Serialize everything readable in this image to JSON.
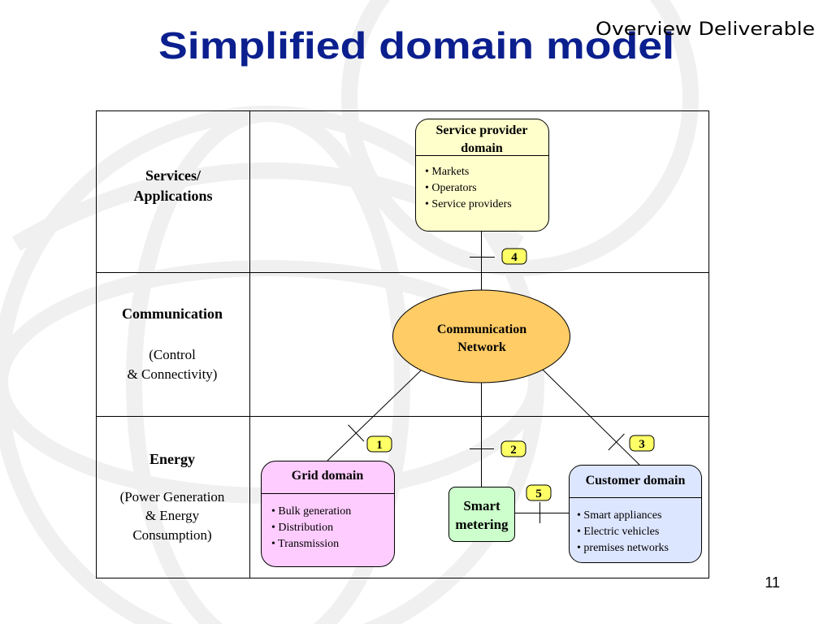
{
  "header": {
    "title": "Simplified domain model",
    "subtitle": "Overview Deliverable",
    "page_number": "11"
  },
  "rows": {
    "services": {
      "label_line1": "Services/",
      "label_line2": "Applications"
    },
    "communication": {
      "label": "Communication",
      "sub_line1": "(Control",
      "sub_line2": "& Connectivity)"
    },
    "energy": {
      "label": "Energy",
      "sub_line1": "(Power Generation",
      "sub_line2": "& Energy",
      "sub_line3": "Consumption)"
    }
  },
  "nodes": {
    "service_provider": {
      "title_line1": "Service provider",
      "title_line2": "domain",
      "items": [
        "• Markets",
        "• Operators",
        "• Service providers"
      ],
      "color": "#ffffcc"
    },
    "communication_network": {
      "line1": "Communication",
      "line2": "Network",
      "color": "#ffcc66"
    },
    "grid": {
      "title": "Grid domain",
      "items": [
        "• Bulk generation",
        "• Distribution",
        "• Transmission"
      ],
      "color": "#ffccff"
    },
    "smart_metering": {
      "line1": "Smart",
      "line2": "metering",
      "color": "#ccffcc"
    },
    "customer": {
      "title": "Customer domain",
      "items": [
        "• Smart appliances",
        "• Electric vehicles",
        "• premises networks"
      ],
      "color": "#dde6ff"
    }
  },
  "interfaces": {
    "grid": "1",
    "smart_metering": "2",
    "customer": "3",
    "service_provider": "4",
    "metering_customer": "5"
  },
  "colors": {
    "title": "#0b1f8e",
    "badge": "#ffff66"
  }
}
